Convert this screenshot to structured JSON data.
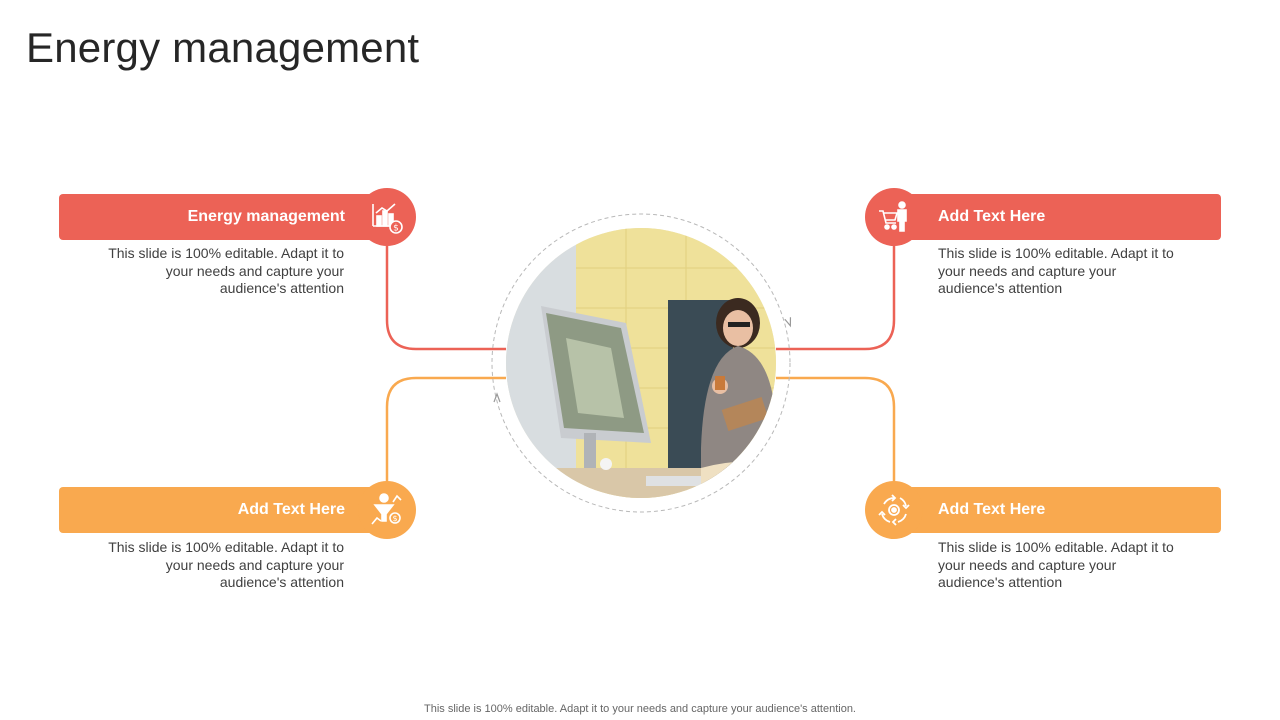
{
  "title": "Energy management",
  "colors": {
    "red": "#ec6256",
    "orange": "#f9a94f"
  },
  "items": [
    {
      "heading": "Energy management",
      "text": "This slide is 100% editable. Adapt it to your needs and capture your audience's attention",
      "icon": "chart-money-icon"
    },
    {
      "heading": "Add Text Here",
      "text": "This slide is 100% editable. Adapt it to your needs and capture your audience's attention",
      "icon": "shopping-cart-person-icon"
    },
    {
      "heading": "Add Text Here",
      "text": "This slide is 100% editable. Adapt it to your needs and capture your audience's attention",
      "icon": "funnel-money-icon"
    },
    {
      "heading": "Add Text Here",
      "text": "This slide is 100% editable. Adapt it to your needs and capture your audience's attention",
      "icon": "cycle-arrows-icon"
    }
  ],
  "footer": "This slide is 100% editable. Adapt it to your needs and capture your audience's attention."
}
